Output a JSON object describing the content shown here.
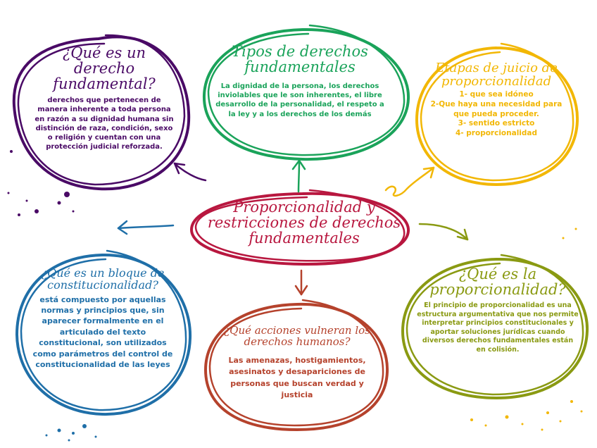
{
  "center": {
    "title": "Proporcionalidad y restricciones de derechos fundamentales",
    "color": "#b8173f"
  },
  "nodes": {
    "que_es_derecho": {
      "title": "¿Qué es un derecho fundamental?",
      "body": "derechos que pertenecen de manera inherente a toda persona en razón a su dignidad humana sin distinción de raza, condición, sexo o religión y cuentan con una protección judicial reforzada.",
      "color": "#4a0a66"
    },
    "tipos": {
      "title": "Tipos de derechos fundamentales",
      "body": "La dignidad de la persona, los derechos inviolables que le son inherentes, el libre desarrollo de la personalidad, el respeto a la ley y a los derechos de los demás",
      "color": "#1aa35a"
    },
    "etapas": {
      "title": "Etapas de juicio de proporcionalidad",
      "steps": [
        "1- que sea idóneo",
        "2-Que haya una necesidad para que pueda proceder.",
        "3- sentido estricto",
        "4- proporcionalidad"
      ],
      "color": "#f2b705"
    },
    "bloque": {
      "title": "¿Qué es un bloque de constitucionalidad?",
      "body": "está compuesto por aquellas normas y principios que, sin aparecer formalmente en el articulado del texto constitucional, son utilizados como parámetros del control de constitucionalidad de las leyes",
      "color": "#1f6fa8"
    },
    "acciones": {
      "title": "¿Qué acciones vulneran los derechos humanos?",
      "body": "Las amenazas, hostigamientos, asesinatos y desapariciones de personas que buscan verdad y justicia",
      "color": "#b5422c"
    },
    "proporcionalidad": {
      "title": "¿Qué es la proporcionalidad?",
      "body": "El principio de proporcionalidad es una estructura argumentativa que nos permite interpretar principios constitucionales y aportar soluciones jurídicas cuando diversos derechos fundamentales están en colisión.",
      "color": "#8a9a12"
    }
  }
}
